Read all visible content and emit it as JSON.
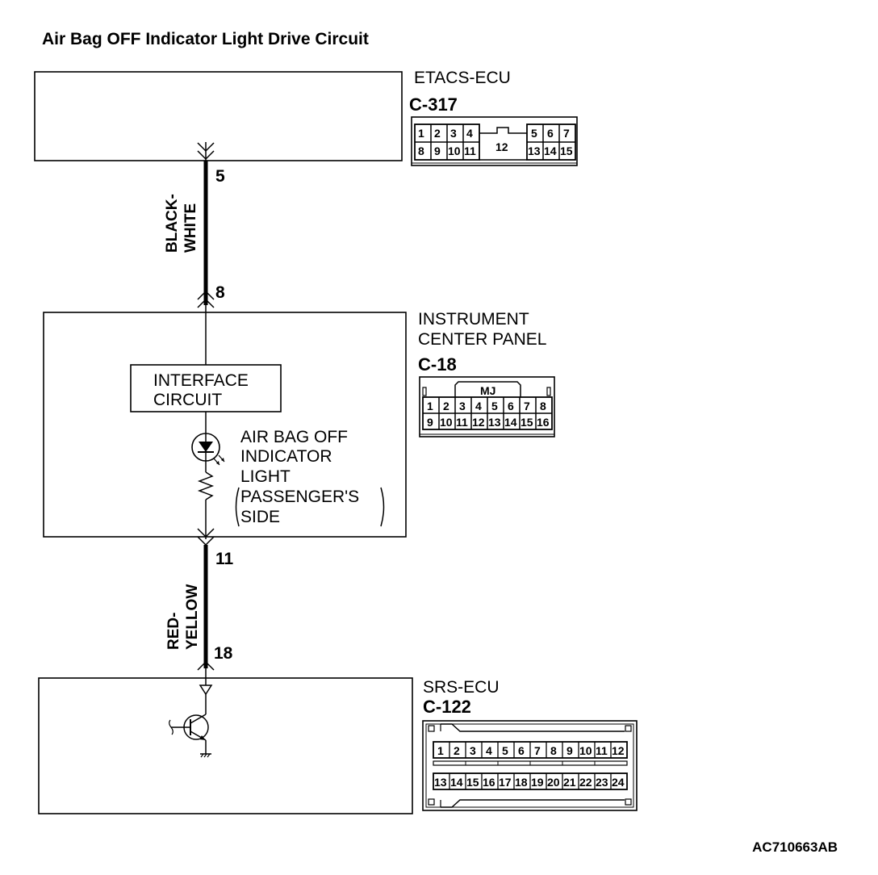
{
  "title": "Air Bag OFF Indicator Light Drive Circuit",
  "figure_code": "AC710663AB",
  "etacs": {
    "name": "ETACS-ECU",
    "connector": "C-317",
    "pins_top_left": [
      "1",
      "2",
      "3",
      "4"
    ],
    "pin_center": "12",
    "pins_top_right": [
      "5",
      "6",
      "7"
    ],
    "pins_bottom_left": [
      "8",
      "9",
      "10",
      "11"
    ],
    "pins_bottom_right": [
      "13",
      "14",
      "15"
    ]
  },
  "wire1": {
    "top_pin": "5",
    "bottom_pin": "8",
    "color_line1": "BLACK-",
    "color_line2": "WHITE"
  },
  "panel": {
    "name_line1": "INSTRUMENT",
    "name_line2": "CENTER PANEL",
    "connector": "C-18",
    "connector_tag": "MJ",
    "pins_top": [
      "1",
      "2",
      "3",
      "4",
      "5",
      "6",
      "7",
      "8"
    ],
    "pins_bottom": [
      "9",
      "10",
      "11",
      "12",
      "13",
      "14",
      "15",
      "16"
    ],
    "interface_line1": "INTERFACE",
    "interface_line2": "CIRCUIT",
    "light_line1": "AIR BAG OFF",
    "light_line2": "INDICATOR",
    "light_line3": "LIGHT",
    "light_line4": "PASSENGER'S",
    "light_line5": "SIDE"
  },
  "wire2": {
    "top_pin": "11",
    "bottom_pin": "18",
    "color_line1": "RED-",
    "color_line2": "YELLOW"
  },
  "srs": {
    "name": "SRS-ECU",
    "connector": "C-122",
    "pins_top": [
      "1",
      "2",
      "3",
      "4",
      "5",
      "6",
      "7",
      "8",
      "9",
      "10",
      "11",
      "12"
    ],
    "pins_bottom": [
      "13",
      "14",
      "15",
      "16",
      "17",
      "18",
      "19",
      "20",
      "21",
      "22",
      "23",
      "24"
    ]
  }
}
